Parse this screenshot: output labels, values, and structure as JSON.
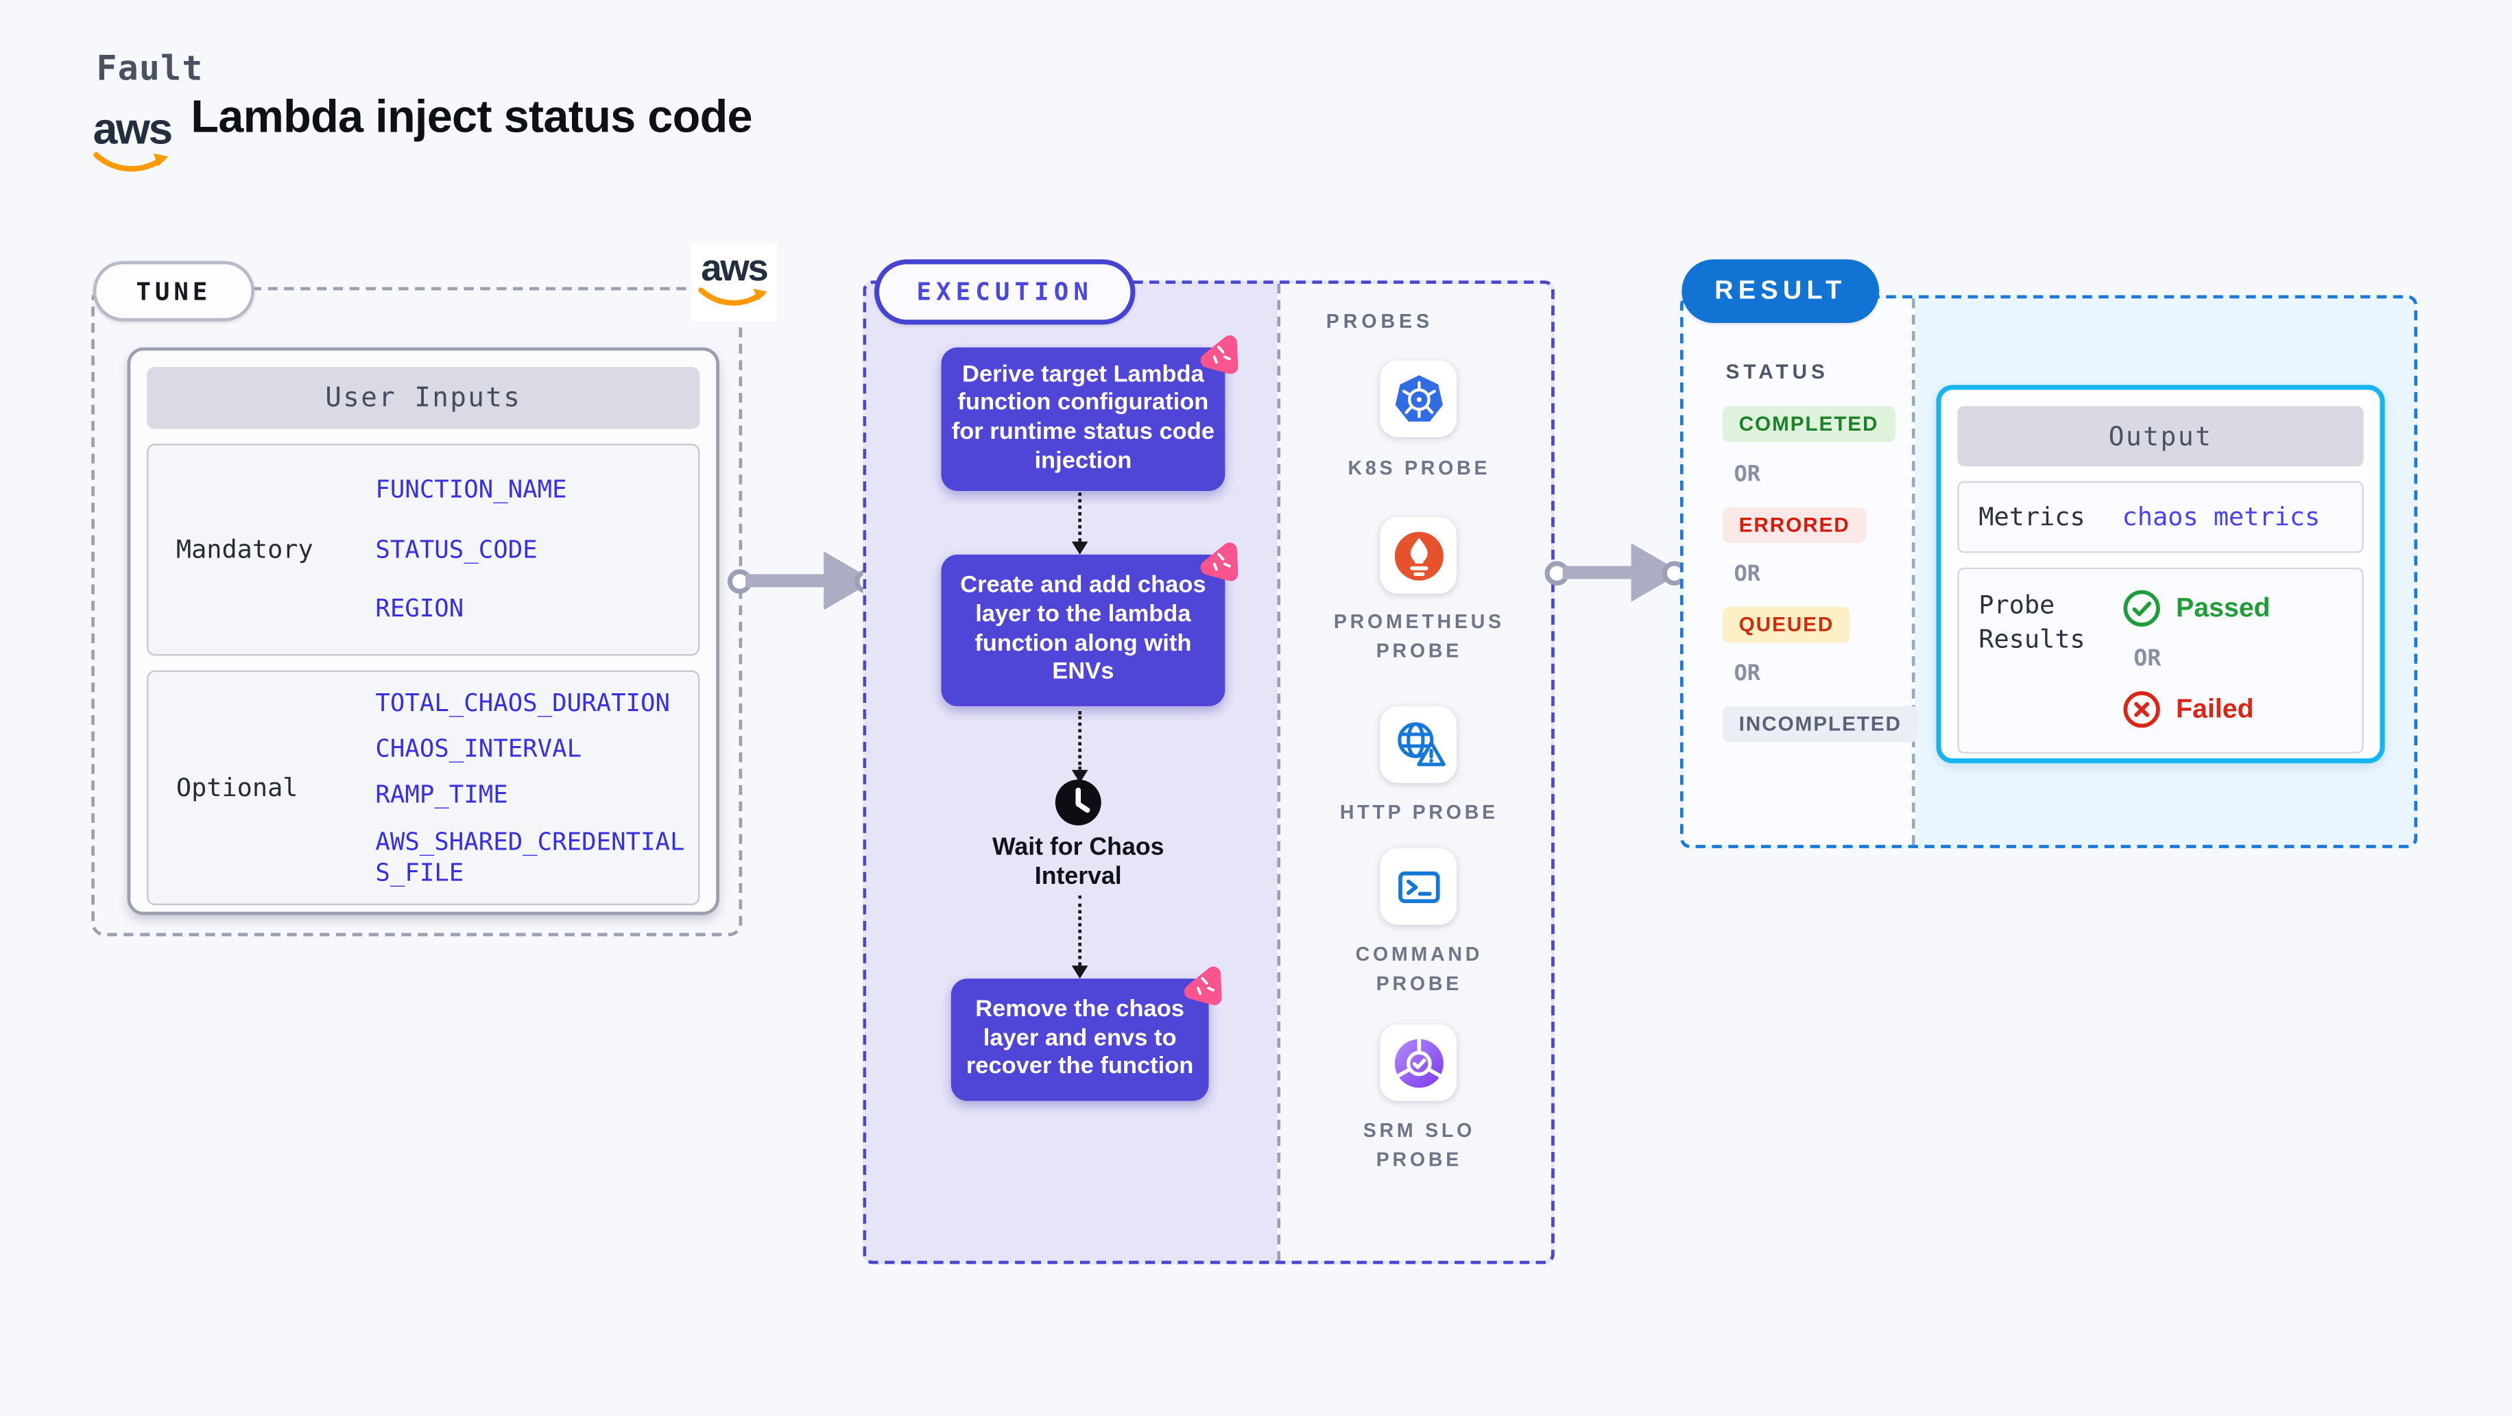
{
  "header": {
    "eyebrow": "Fault",
    "title": "Lambda inject status code",
    "aws_word": "aws"
  },
  "tune": {
    "pill": "TUNE",
    "table": {
      "header": "User Inputs",
      "rows": [
        {
          "label": "Mandatory",
          "values": [
            "FUNCTION_NAME",
            "STATUS_CODE",
            "REGION"
          ]
        },
        {
          "label": "Optional",
          "values": [
            "TOTAL_CHAOS_DURATION",
            "CHAOS_INTERVAL",
            "RAMP_TIME",
            "AWS_SHARED_CREDENTIALS_FILE"
          ]
        }
      ]
    }
  },
  "execution": {
    "pill": "EXECUTION",
    "steps": {
      "step1": "Derive target Lambda function configuration for runtime status code injection",
      "step2": "Create and add chaos layer to the lambda function along with ENVs",
      "wait": "Wait for Chaos Interval",
      "step3": "Remove the chaos layer and envs to recover the function"
    },
    "probes": {
      "heading": "PROBES",
      "items": [
        {
          "label": "K8S PROBE",
          "icon": "kubernetes-icon",
          "color": "#326ce5"
        },
        {
          "label": "PROMETHEUS PROBE",
          "icon": "prometheus-icon",
          "color": "#e6522c"
        },
        {
          "label": "HTTP PROBE",
          "icon": "globe-warning-icon",
          "color": "#1577d8"
        },
        {
          "label": "COMMAND PROBE",
          "icon": "terminal-icon",
          "color": "#1577d8"
        },
        {
          "label": "SRM SLO PROBE",
          "icon": "pie-check-icon",
          "color": "#8b5cf6"
        }
      ]
    }
  },
  "result": {
    "pill": "RESULT",
    "status": {
      "heading": "STATUS",
      "or": "OR",
      "badges": [
        {
          "label": "COMPLETED",
          "fg": "#1c8128",
          "bg": "#def2dc"
        },
        {
          "label": "ERRORED",
          "fg": "#d21b0c",
          "bg": "#fbe9e8"
        },
        {
          "label": "QUEUED",
          "fg": "#cb2e0e",
          "bg": "#fdf0c6"
        },
        {
          "label": "INCOMPLETED",
          "fg": "#5a6175",
          "bg": "#eceef5"
        }
      ]
    },
    "output": {
      "header": "Output",
      "metrics_label": "Metrics",
      "metrics_value": "chaos metrics",
      "probe_results_label": "Probe Results",
      "passed": "Passed",
      "or": "OR",
      "failed": "Failed"
    }
  },
  "colors": {
    "page_bg": "#f7f8fc",
    "execution_bg": "#e6e5f8",
    "execution_border": "#4946cf",
    "step_box": "#4f46d8",
    "litmus_pink": "#f9548c",
    "tune_dash": "#9ba1b0",
    "result_bg": "#e9f6fd",
    "result_border": "#1b79da",
    "result_pill": "#1173d4",
    "output_border": "#16b5ef",
    "env_text": "#372fe2",
    "metrics_value": "#4a41f2",
    "passed": "#1f9d38",
    "failed": "#da2517",
    "aws_orange": "#ff9900",
    "arrow_gray": "#abaec3"
  }
}
